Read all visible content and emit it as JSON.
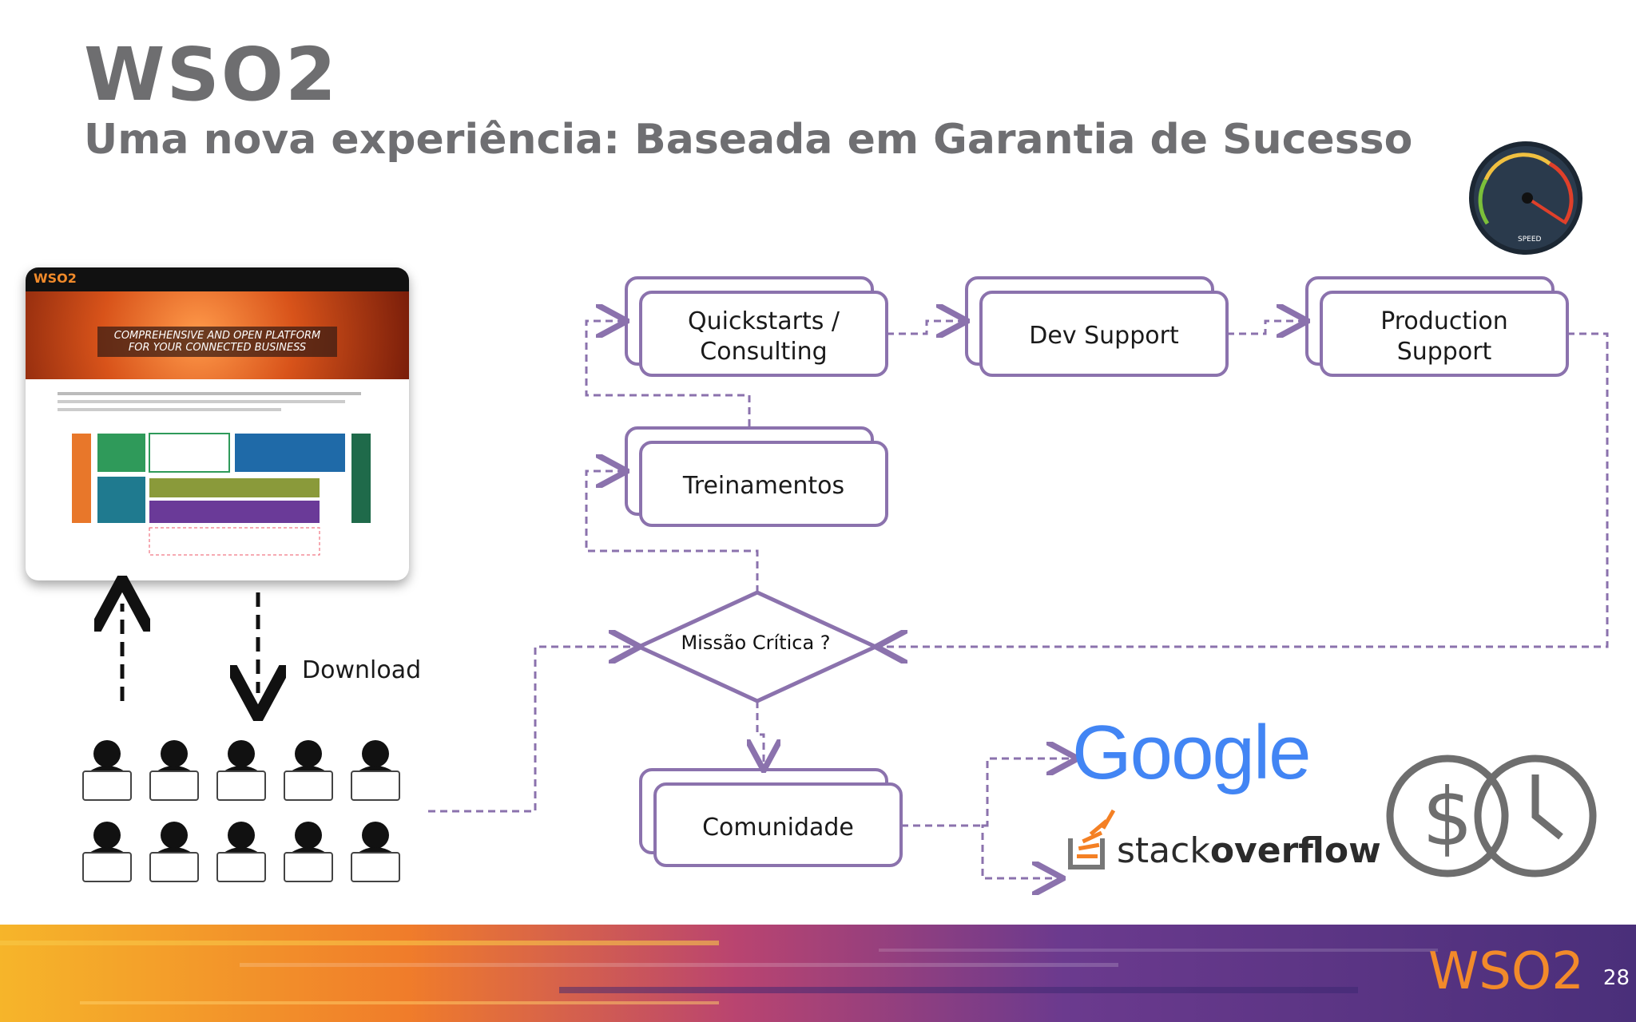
{
  "slide": {
    "title": "WSO2",
    "subtitle": "Uma nova experiência: Baseada em Garantia de Sucesso",
    "page_number": "28"
  },
  "diagram": {
    "boxes": {
      "quickstarts_line1": "Quickstarts /",
      "quickstarts_line2": "Consulting",
      "dev_support": "Dev Support",
      "production_line1": "Production",
      "production_line2": "Support",
      "treinamentos": "Treinamentos",
      "comunidade": "Comunidade"
    },
    "decision": "Missão Crítica ?",
    "download_label": "Download"
  },
  "website": {
    "hero_line1": "COMPREHENSIVE AND OPEN PLATFORM",
    "hero_line2": "FOR YOUR CONNECTED BUSINESS",
    "logo": "WSO2"
  },
  "logos": {
    "google": "Google",
    "stackoverflow_a": "stack",
    "stackoverflow_b": "overflow",
    "speedometer": "SPEED",
    "footer_logo": "WSO2"
  },
  "colors": {
    "box_border": "#8b72ad",
    "box_fill": "#ffffff",
    "title_gray": "#6e6e70"
  }
}
